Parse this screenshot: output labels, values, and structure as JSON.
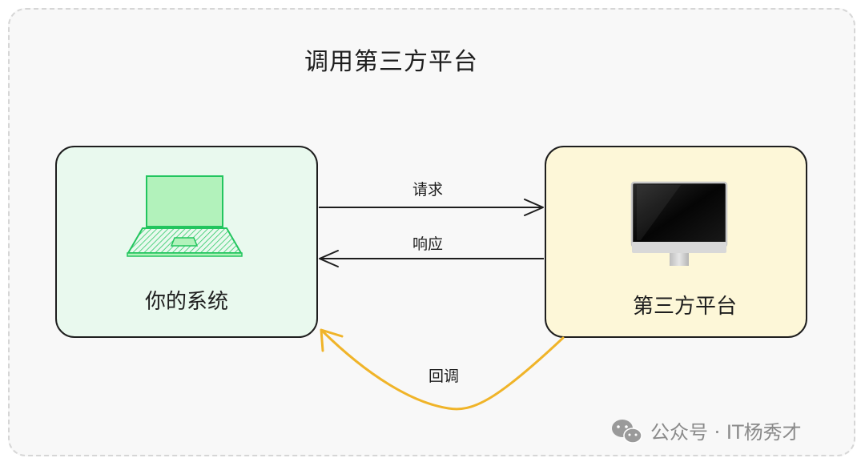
{
  "diagram": {
    "title": "调用第三方平台",
    "nodes": {
      "your_system": {
        "label": "你的系统",
        "icon": "laptop-icon"
      },
      "third_party": {
        "label": "第三方平台",
        "icon": "monitor-icon"
      }
    },
    "edges": {
      "request": {
        "label": "请求",
        "from": "your_system",
        "to": "third_party"
      },
      "response": {
        "label": "响应",
        "from": "third_party",
        "to": "your_system"
      },
      "callback": {
        "label": "回调",
        "from": "third_party",
        "to": "your_system",
        "color": "#f0b429"
      }
    }
  },
  "watermark": {
    "text": "公众号 · IT杨秀才",
    "icon": "wechat-icon"
  },
  "colors": {
    "left_box_fill": "#e9f9ee",
    "right_box_fill": "#fdf7d8",
    "laptop_stroke": "#22c55e",
    "laptop_fill": "#b2f2bb",
    "callback_stroke": "#f0b429"
  }
}
